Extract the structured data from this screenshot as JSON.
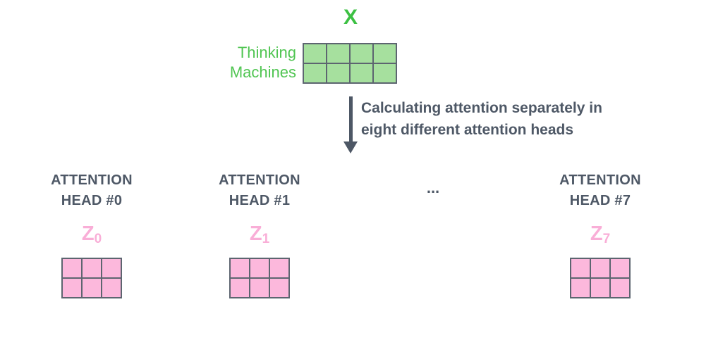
{
  "input": {
    "label": "X",
    "brand_line1": "Thinking",
    "brand_line2": "Machines",
    "grid": {
      "rows": 2,
      "cols": 4
    }
  },
  "arrow": {
    "caption_line1": "Calculating attention separately in",
    "caption_line2": "eight different attention heads"
  },
  "heads": [
    {
      "title_line1": "ATTENTION",
      "title_line2": "HEAD #0",
      "z": "Z",
      "z_sub": "0"
    },
    {
      "title_line1": "ATTENTION",
      "title_line2": "HEAD #1",
      "z": "Z",
      "z_sub": "1"
    },
    {
      "title_line1": "ATTENTION",
      "title_line2": "HEAD #7",
      "z": "Z",
      "z_sub": "7"
    }
  ],
  "ellipsis": "...",
  "z_grid": {
    "rows": 2,
    "cols": 3
  },
  "colors": {
    "green_bright": "#3cc043",
    "green_text": "#50c552",
    "green_cell": "#a6e09e",
    "pink_cell": "#fcb8dc",
    "pink_text": "#f9aed7",
    "slate_text": "#4e5866",
    "grid_border": "#5d6570",
    "arrow": "#4d5765"
  }
}
